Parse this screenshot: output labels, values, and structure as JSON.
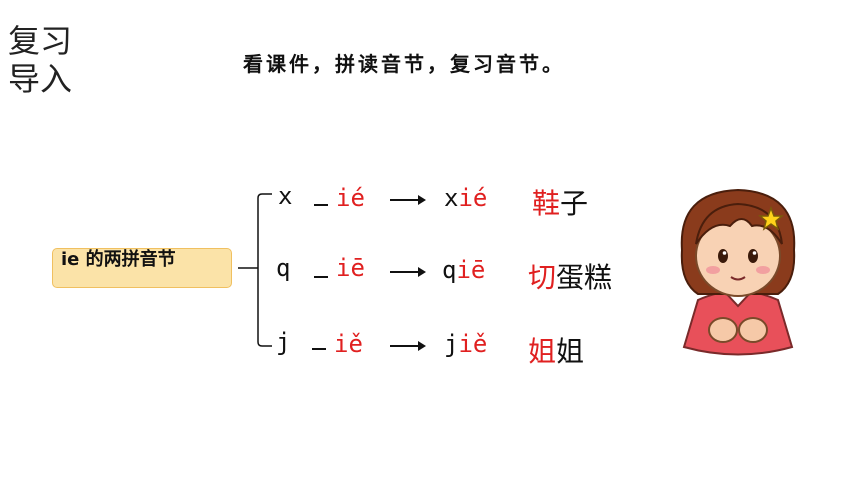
{
  "header": {
    "section_title": "复习导入",
    "instruction": "看课件，拼读音节，复习音节。"
  },
  "label": "ie 的两拼音节",
  "rows": [
    {
      "initial": "x",
      "final": "ié",
      "syllable_initial": "x",
      "syllable_final": "ié",
      "word_highlight": "鞋",
      "word_rest": "子"
    },
    {
      "initial": "q",
      "final": "iē",
      "syllable_initial": "q",
      "syllable_final": "iē",
      "word_highlight": "切",
      "word_rest": "蛋糕"
    },
    {
      "initial": "j",
      "final": "iě",
      "syllable_initial": "j",
      "syllable_final": "iě",
      "word_highlight": "姐",
      "word_rest": "姐"
    }
  ],
  "colors": {
    "highlight": "#e02020",
    "label_bg": "#fbe3a8"
  },
  "icons": {
    "character": "girl-character-illustration",
    "star": "star-icon"
  }
}
